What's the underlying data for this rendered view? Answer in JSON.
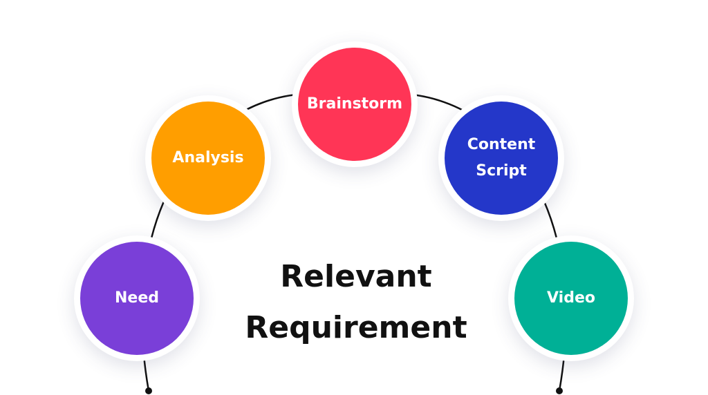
{
  "diagram": {
    "title_line1": "Relevant",
    "title_line2": "Requirement",
    "nodes": [
      {
        "id": "need",
        "label": "Need",
        "color": "#7a3fd8"
      },
      {
        "id": "analysis",
        "label": "Analysis",
        "color": "#ff9e00"
      },
      {
        "id": "brainstorm",
        "label": "Brainstorm",
        "color": "#ff3556"
      },
      {
        "id": "content-script",
        "label": "Content\nScript",
        "color": "#2437c9"
      },
      {
        "id": "video",
        "label": "Video",
        "color": "#00b096"
      }
    ],
    "arc_color": "#111111"
  }
}
